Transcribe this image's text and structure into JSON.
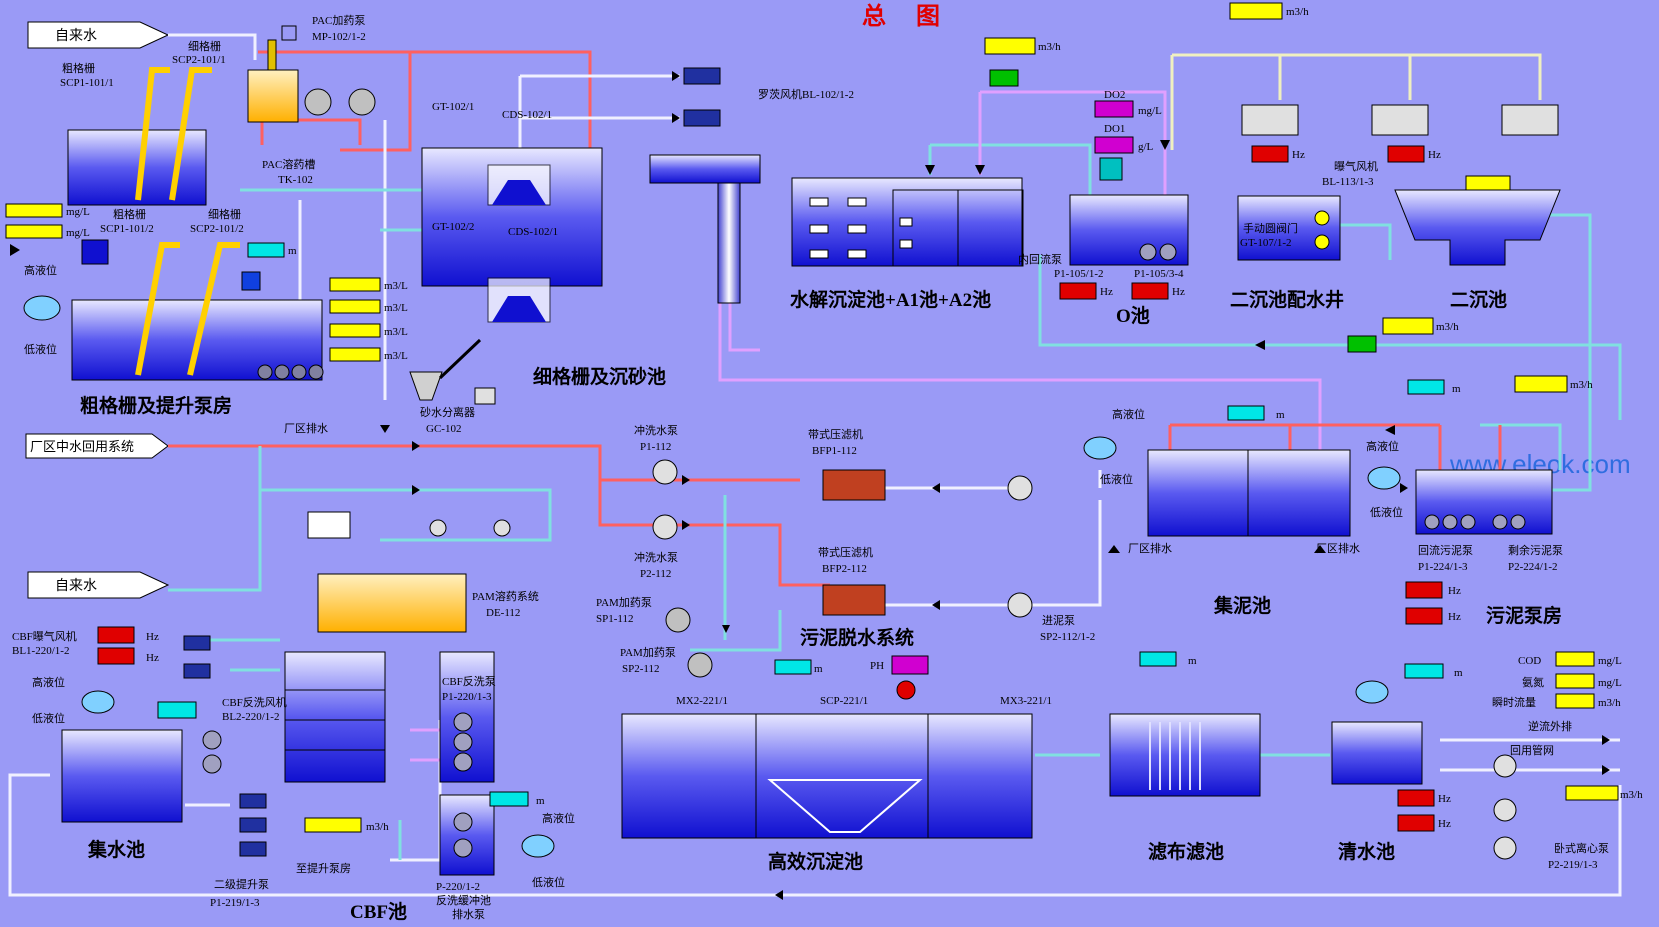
{
  "title": "总 图",
  "watermark": "www.eleok.com",
  "colors": {
    "background": "#9a9af6",
    "title": "#e00000",
    "hz_box": "#e00000",
    "flow_box": "#ffff00",
    "level_box": "#00e6e6",
    "do_box": "#d000d0",
    "pipe_red": "#ff6060",
    "pipe_cyan": "#60e0e0",
    "pipe_pink": "#e0a0ff",
    "pipe_white": "#f0f0ff"
  },
  "inlets": {
    "tap_water_1": "自来水",
    "reuse_water": "厂区中水回用系统",
    "tap_water_2": "自来水"
  },
  "sections": {
    "coarse_screen": "粗格栅及提升泵房",
    "fine_screen": "细格栅及沉砂池",
    "hydrolysis": "水解沉淀池+A1池+A2池",
    "o_tank": "O池",
    "distribution_well": "二沉池配水井",
    "secondary_clarifier": "二沉池",
    "sludge_pump_room": "污泥泵房",
    "sludge_tank": "集泥池",
    "dewatering": "污泥脱水系统",
    "high_eff": "高效沉淀池",
    "cloth_filter": "滤布滤池",
    "clear_water": "清水池",
    "collection_tank": "集水池",
    "cbf": "CBF池"
  },
  "labels": {
    "coarse_screen_1a": "粗格栅",
    "coarse_screen_1b": "SCP1-101/1",
    "fine_screen_1a": "细格栅",
    "fine_screen_1b": "SCP2-101/1",
    "coarse_screen_2a": "粗格栅",
    "coarse_screen_2b": "SCP1-101/2",
    "fine_screen_2a": "细格栅",
    "fine_screen_2b": "SCP2-101/2",
    "pac_pump_a": "PAC加药泵",
    "pac_pump_b": "MP-102/1-2",
    "pac_tank_a": "PAC溶药槽",
    "pac_tank_b": "TK-102",
    "gt1": "GT-102/1",
    "cds1": "CDS-102/1",
    "gt2": "GT-102/2",
    "cds2": "CDS-102/1",
    "roots_blower": "罗茨风机BL-102/1-2",
    "sand_sep_a": "砂水分离器",
    "sand_sep_b": "GC-102",
    "plant_drain_1": "厂区排水",
    "high_level": "高液位",
    "low_level": "低液位",
    "internal_return": "内回流泵",
    "p1_105_12": "P1-105/1-2",
    "p1_105_34": "P1-105/3-4",
    "do2": "DO2",
    "do1": "DO1",
    "manual_gate_a": "手动圆阀门",
    "manual_gate_b": "GT-107/1-2",
    "aer_blower_a": "曝气风机",
    "aer_blower_b": "BL-113/1-3",
    "wash_pump1_a": "冲洗水泵",
    "wash_pump1_b": "P1-112",
    "wash_pump2_a": "冲洗水泵",
    "wash_pump2_b": "P2-112",
    "belt_press1_a": "带式压滤机",
    "belt_press1_b": "BFP1-112",
    "belt_press2_a": "带式压滤机",
    "belt_press2_b": "BFP2-112",
    "feed_pump_a": "进泥泵",
    "feed_pump_b": "SP2-112/1-2",
    "pam_pump1_a": "PAM加药泵",
    "pam_pump1_b": "SP1-112",
    "pam_pump2_a": "PAM加药泵",
    "pam_pump2_b": "SP2-112",
    "pam_system_a": "PAM溶药系统",
    "pam_system_b": "DE-112",
    "plant_drain_2": "厂区排水",
    "plant_drain_3": "厂区排水",
    "return_sludge_a": "回流污泥泵",
    "return_sludge_b": "P1-224/1-3",
    "excess_sludge_a": "剩余污泥泵",
    "excess_sludge_b": "P2-224/1-2",
    "ph": "PH",
    "mx2": "MX2-221/1",
    "scp221": "SCP-221/1",
    "mx3": "MX3-221/1",
    "cbf_blower_a": "CBF曝气风机",
    "cbf_blower_b": "BL1-220/1-2",
    "cbf_back_blower_a": "CBF反洗风机",
    "cbf_back_blower_b": "BL2-220/1-2",
    "cbf_wash_pump_a": "CBF反洗泵",
    "cbf_wash_pump_b": "P1-220/1-3",
    "backwash_pump_a": "P-220/1-2",
    "backwash_pump_b": "反洗缓冲池",
    "backwash_pump_c": "排水泵",
    "to_lift_pump": "至提升泵房",
    "stage2_lift_a": "二级提升泵",
    "stage2_lift_b": "P1-219/1-3",
    "cod": "COD",
    "ammonia": "氨氮",
    "inst_flow": "瞬时流量",
    "reverse_discharge": "逆流外排",
    "reuse_network": "回用管网",
    "centrifugal_a": "卧式离心泵",
    "centrifugal_b": "P2-219/1-3"
  },
  "units": {
    "mgL": "mg/L",
    "m3h": "m3/h",
    "m3L": "m3/L",
    "m": "m",
    "Hz": "Hz",
    "mgL_cut": "g/L"
  }
}
